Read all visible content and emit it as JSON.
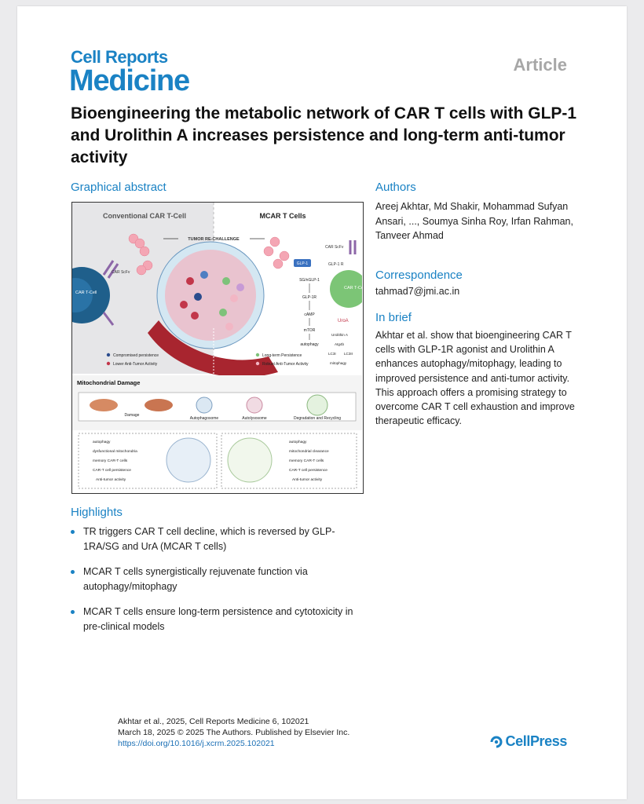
{
  "journal": {
    "line1": "Cell Reports",
    "line2": "Medicine"
  },
  "article_label": "Article",
  "title": "Bioengineering the metabolic network of CAR T cells with GLP-1 and Urolithin A increases persistence and long-term anti-tumor activity",
  "graphical_abstract": {
    "heading": "Graphical abstract",
    "left_title": "Conventional CAR T-Cell",
    "right_title": "MCAR T Cells",
    "rechallenge": "TUMOR RE-CHALLENGE",
    "car_scfv": "CAR ScFv",
    "car_tcell": "CAR T-Cell",
    "glp1": "GLP-1",
    "glp1r": "GLP-1 R",
    "pathway": [
      "SG/nGLP-1",
      "GLP-1R",
      "cAMP",
      "mTOR",
      "autophagy"
    ],
    "uroa": "UroA",
    "uro_pathway": [
      "Urolithin A",
      "Atg4b",
      "LC3I",
      "LC3II",
      "mitophagy"
    ],
    "legend_left": [
      "Compromised persistence",
      "Lower Anti-Tumor Activity"
    ],
    "legend_right": [
      "Long-term Persistence",
      "Robust Anti-Tumor Activity"
    ],
    "mito_title": "Mitochondrial Damage",
    "mito_steps": [
      "Damage",
      "Autophagosome",
      "Autolysosome",
      "Degradation and Recycling"
    ],
    "bottom_left": [
      "autophagy",
      "dysfunctional mitochondria",
      "memory CAR-T cells",
      "CAR-T cell persistence",
      "Anti-tumor activity"
    ],
    "bottom_right": [
      "autophagy",
      "mitochondrial clearance",
      "memory CAR-T cells",
      "CAR-T cell persistence",
      "Anti-tumor activity"
    ]
  },
  "authors": {
    "heading": "Authors",
    "names": "Areej Akhtar, Md Shakir, Mohammad Sufyan Ansari, ..., Soumya Sinha Roy, Irfan Rahman, Tanveer Ahmad"
  },
  "correspondence": {
    "heading": "Correspondence",
    "email": "tahmad7@jmi.ac.in"
  },
  "in_brief": {
    "heading": "In brief",
    "text": "Akhtar et al. show that bioengineering CAR T cells with GLP-1R agonist and Urolithin A enhances autophagy/mitophagy, leading to improved persistence and anti-tumor activity. This approach offers a promising strategy to overcome CAR T cell exhaustion and improve therapeutic efficacy."
  },
  "highlights": {
    "heading": "Highlights",
    "items": [
      "TR triggers CAR T cell decline, which is reversed by GLP-1RA/SG and UrA (MCAR T cells)",
      "MCAR T cells synergistically rejuvenate function via autophagy/mitophagy",
      "MCAR T cells ensure long-term persistence and cytotoxicity in pre-clinical models"
    ]
  },
  "citation": {
    "line1": "Akhtar et al., 2025, Cell Reports Medicine 6, 102021",
    "line2": "March 18, 2025 © 2025 The Authors. Published by Elsevier Inc.",
    "doi": "https://doi.org/10.1016/j.xcrm.2025.102021"
  },
  "publisher": "CellPress",
  "colors": {
    "brand": "#1a82c4",
    "gray_label": "#a7a7a7"
  }
}
